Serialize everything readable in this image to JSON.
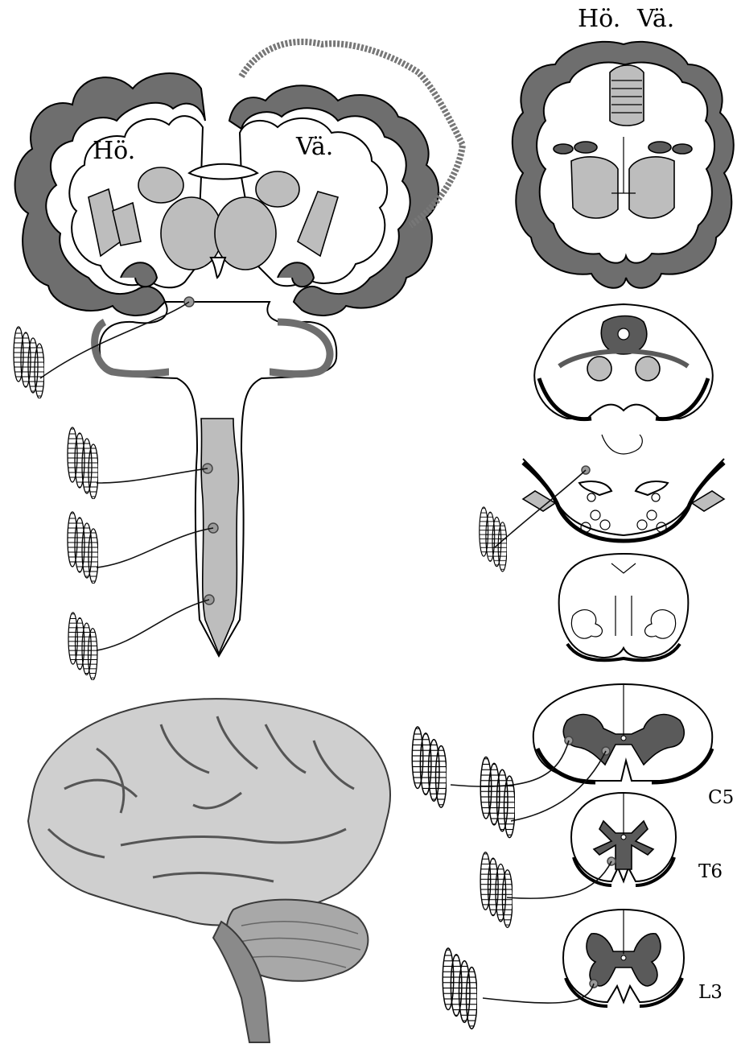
{
  "labels": {
    "coronal_right": "Hö.",
    "coronal_left": "Vä.",
    "axial_right": "Hö.",
    "axial_left": "Vä.",
    "seg_c5": "C5",
    "seg_t6": "T6",
    "seg_l3": "L3"
  },
  "colors": {
    "cortex": "#6e6e6e",
    "nucleus": "#bdbdbd",
    "gray_matter": "#5a5a5a"
  },
  "icons": [
    "muscle-fiber-bundle-icon",
    "motor-neuron-icon"
  ]
}
